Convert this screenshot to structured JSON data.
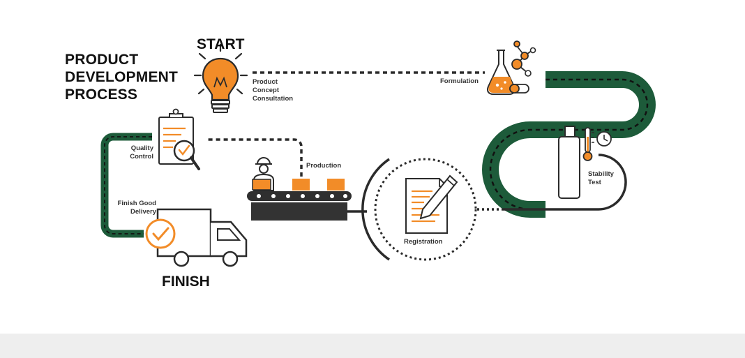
{
  "title": {
    "line1": "PRODUCT",
    "line2": "DEVELOPMENT",
    "line3": "PROCESS"
  },
  "start_label": "START",
  "finish_label": "FINISH",
  "steps": {
    "concept": {
      "line1": "Product",
      "line2": "Concept",
      "line3": "Consultation",
      "icon": "light-bulb-icon"
    },
    "formulation": {
      "label": "Formulation",
      "icon": "flask-molecule-icon"
    },
    "stability": {
      "line1": "Stability",
      "line2": "Test",
      "icon": "bottle-thermometer-clock-icon"
    },
    "registration": {
      "label": "Registration",
      "icon": "document-pen-icon"
    },
    "production": {
      "label": "Production",
      "icon": "worker-conveyor-icon"
    },
    "quality": {
      "line1": "Quality",
      "line2": "Control",
      "icon": "clipboard-magnifier-icon"
    },
    "delivery": {
      "line1": "Finish Good",
      "line2": "Delivery",
      "icon": "delivery-truck-icon"
    }
  },
  "colors": {
    "accent_orange": "#f28c28",
    "road_green": "#1d5b3a",
    "line_dark": "#2b2b2b",
    "footer_gray": "#eeeeee"
  }
}
